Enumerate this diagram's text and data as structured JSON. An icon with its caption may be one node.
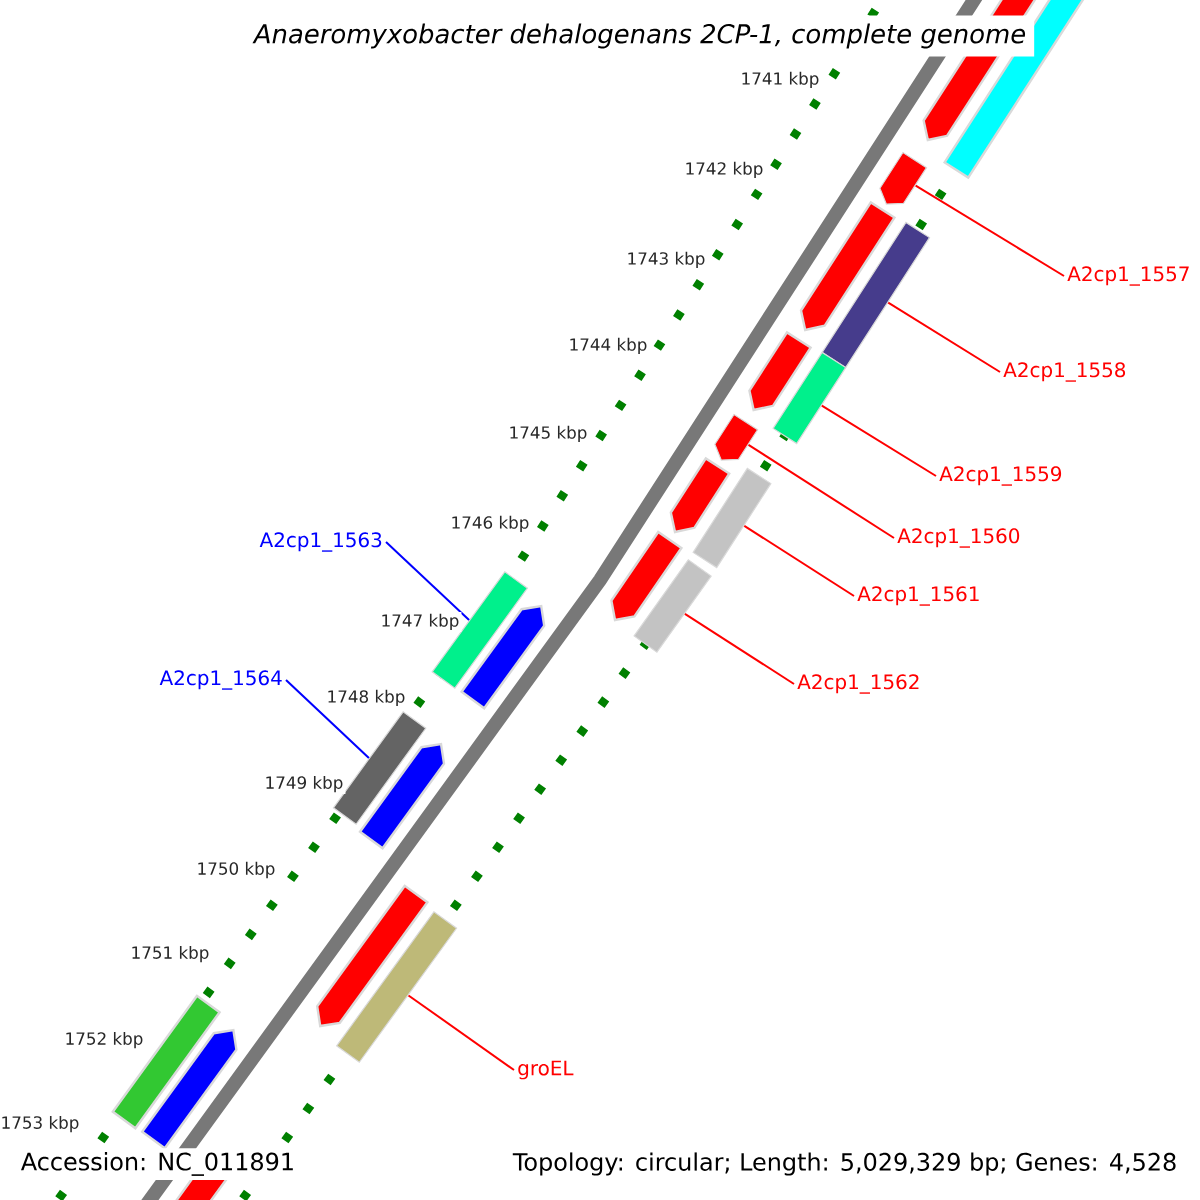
{
  "diagram": {
    "title": "Anaeromyxobacter dehalogenans 2CP-1, complete genome",
    "nodes": [
      {
        "text": [
          "A2cp1_1557"
        ]
      },
      {
        "text": [
          "A2cp1_1558"
        ]
      },
      {
        "text": [
          "A2cp1_1559"
        ]
      },
      {
        "text": [
          "A2cp1_1560"
        ]
      },
      {
        "text": [
          "A2cp1_1561"
        ]
      },
      {
        "text": [
          "A2cp1_1562"
        ]
      },
      {
        "text": [
          "A2cp1_1563"
        ]
      },
      {
        "text": [
          "A2cp1_1564"
        ]
      },
      {
        "text": [
          "groEL"
        ]
      },
      {
        "text": [],
        "shape": "arrow"
      },
      {
        "text": [],
        "shape": "bar"
      },
      {
        "text": [],
        "shape": "bar"
      },
      {
        "text": [],
        "shape": "arrow"
      },
      {
        "text": [],
        "shape": "bar"
      },
      {
        "text": [],
        "shape": "bar"
      },
      {
        "text": [],
        "shape": "bar"
      },
      {
        "text": [],
        "shape": "bar"
      },
      {
        "text": [],
        "shape": "bar"
      }
    ],
    "edges": [
      {
        "from": 0,
        "to": 9,
        "arrow": "none"
      },
      {
        "from": 1,
        "to": 10,
        "arrow": "none"
      },
      {
        "from": 2,
        "to": 11,
        "arrow": "none"
      },
      {
        "from": 3,
        "to": 12,
        "arrow": "none"
      },
      {
        "from": 4,
        "to": 13,
        "arrow": "none"
      },
      {
        "from": 5,
        "to": 14,
        "arrow": "none"
      },
      {
        "from": 6,
        "to": 15,
        "arrow": "none",
        "color": "#0000ff"
      },
      {
        "from": 7,
        "to": 16,
        "arrow": "none",
        "color": "#0000ff"
      },
      {
        "from": 8,
        "to": 17,
        "arrow": "none"
      }
    ],
    "labels": [
      "1741 kbp",
      "1742 kbp",
      "1743 kbp",
      "1744 kbp",
      "1745 kbp",
      "1746 kbp",
      "1747 kbp",
      "1748 kbp",
      "1749 kbp",
      "1750 kbp",
      "1751 kbp",
      "1752 kbp",
      "1753 kbp",
      "Accession: NC_011891",
      "Topology: circular; Length: 5,029,329 bp; Genes: 4,528"
    ]
  }
}
